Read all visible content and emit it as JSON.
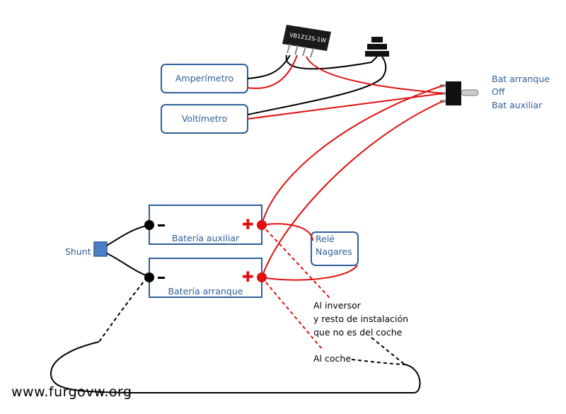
{
  "boxes": {
    "amperimetro": "Amperímetro",
    "voltimetro": "Voltímetro",
    "bateria_auxiliar": "Batería auxiliar",
    "bateria_arranque": "Batería arranque",
    "rele": [
      "Relé",
      "Nagares"
    ]
  },
  "converter_label": "VB1212S-1W",
  "shunt_label": "Shunt",
  "switch_labels": {
    "top": "Bat arranque",
    "middle": "Off",
    "bottom": "Bat auxiliar"
  },
  "annotations": {
    "inversor": [
      "Al inversor",
      "y resto de instalación",
      "que no es del coche"
    ],
    "coche": "Al coche"
  },
  "watermark": "www.furgovw.org",
  "colors": {
    "box_stroke": "#2e5f9a",
    "wire_red": "#e01010",
    "wire_black": "#000000",
    "shunt_fill": "#4a7fc4"
  }
}
